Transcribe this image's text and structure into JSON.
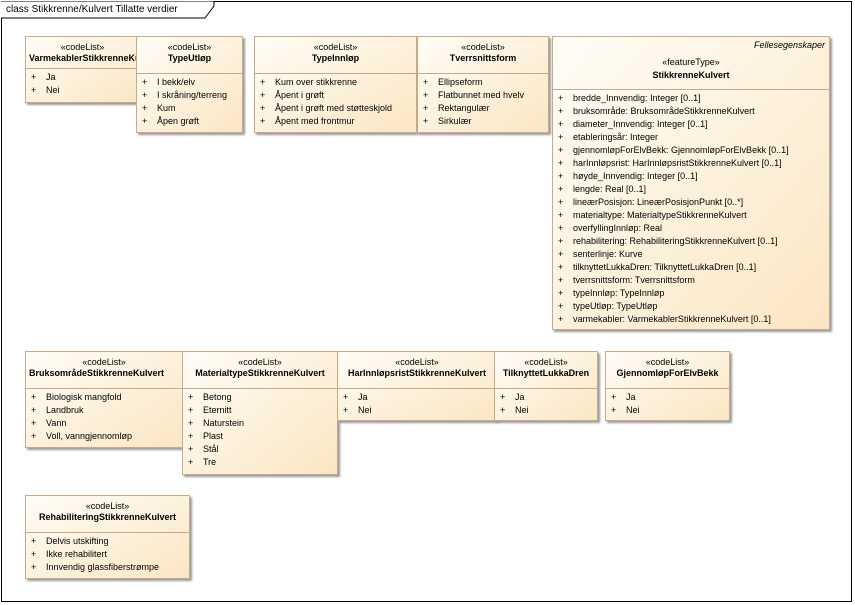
{
  "diagram": {
    "kind": "class",
    "title": "Stikkrenne/Kulvert Tillatte verdier"
  },
  "boxes": {
    "varmekabler": {
      "stereotype": "«codeList»",
      "name": "VarmekablerStikkrenneKulvert",
      "values": [
        "Ja",
        "Nei"
      ]
    },
    "typeutlop": {
      "stereotype": "«codeList»",
      "name": "TypeUtløp",
      "values": [
        "I bekk/elv",
        "I skråning/terreng",
        "Kum",
        "Åpen grøft"
      ]
    },
    "typeinnlop": {
      "stereotype": "«codeList»",
      "name": "TypeInnløp",
      "values": [
        "Kum over stikkrenne",
        "Åpent i grøft",
        "Åpent i grøft med støtteskjold",
        "Åpent med frontmur"
      ]
    },
    "tverrsnittsform": {
      "stereotype": "«codeList»",
      "name": "Tverrsnittsform",
      "values": [
        "Ellipseform",
        "Flatbunnet med hvelv",
        "Rektangulær",
        "Sirkulær"
      ]
    },
    "stikkrennekulvert": {
      "tag": "Fellesegenskaper",
      "stereotype": "«featureType»",
      "name": "StikkrenneKulvert",
      "attributes": [
        "bredde_Innvendig: Integer [0..1]",
        "bruksområde: BruksområdeStikkrenneKulvert",
        "diameter_Innvendig: Integer [0..1]",
        "etableringsår: Integer",
        "gjennomløpForElvBekk: GjennomløpForElvBekk [0..1]",
        "harInnløpsrist: HarInnløpsristStikkrenneKulvert [0..1]",
        "høyde_Innvendig: Integer [0..1]",
        "lengde: Real [0..1]",
        "lineærPosisjon: LineærPosisjonPunkt [0..*]",
        "materialtype: MaterialtypeStikkrenneKulvert",
        "overfyllingInnløp: Real",
        "rehabilitering: RehabiliteringStikkrenneKulvert [0..1]",
        "senterlinje: Kurve",
        "tilknyttetLukkaDren: TilknyttetLukkaDren [0..1]",
        "tverrsnittsform: Tverrsnittsform",
        "typeInnløp: TypeInnløp",
        "typeUtløp: TypeUtløp",
        "varmekabler: VarmekablerStikkrenneKulvert [0..1]"
      ]
    },
    "bruksomrade": {
      "stereotype": "«codeList»",
      "name": "BruksområdeStikkrenneKulvert",
      "values": [
        "Biologisk mangfold",
        "Landbruk",
        "Vann",
        "Voll, vanngjennomløp"
      ]
    },
    "materialtype": {
      "stereotype": "«codeList»",
      "name": "MaterialtypeStikkrenneKulvert",
      "values": [
        "Betong",
        "Eternitt",
        "Naturstein",
        "Plast",
        "Stål",
        "Tre"
      ]
    },
    "harinnlopsrist": {
      "stereotype": "«codeList»",
      "name": "HarInnløpsristStikkrenneKulvert",
      "values": [
        "Ja",
        "Nei"
      ]
    },
    "tilknyttet": {
      "stereotype": "«codeList»",
      "name": "TilknyttetLukkaDren",
      "values": [
        "Ja",
        "Nei"
      ]
    },
    "gjennomlop": {
      "stereotype": "«codeList»",
      "name": "GjennomløpForElvBekk",
      "values": [
        "Ja",
        "Nei"
      ]
    },
    "rehabilitering": {
      "stereotype": "«codeList»",
      "name": "RehabiliteringStikkrenneKulvert",
      "values": [
        "Delvis utskifting",
        "Ikke rehabilitert",
        "Innvendig glassfiberstrømpe"
      ]
    }
  },
  "visibility_marker": "+"
}
